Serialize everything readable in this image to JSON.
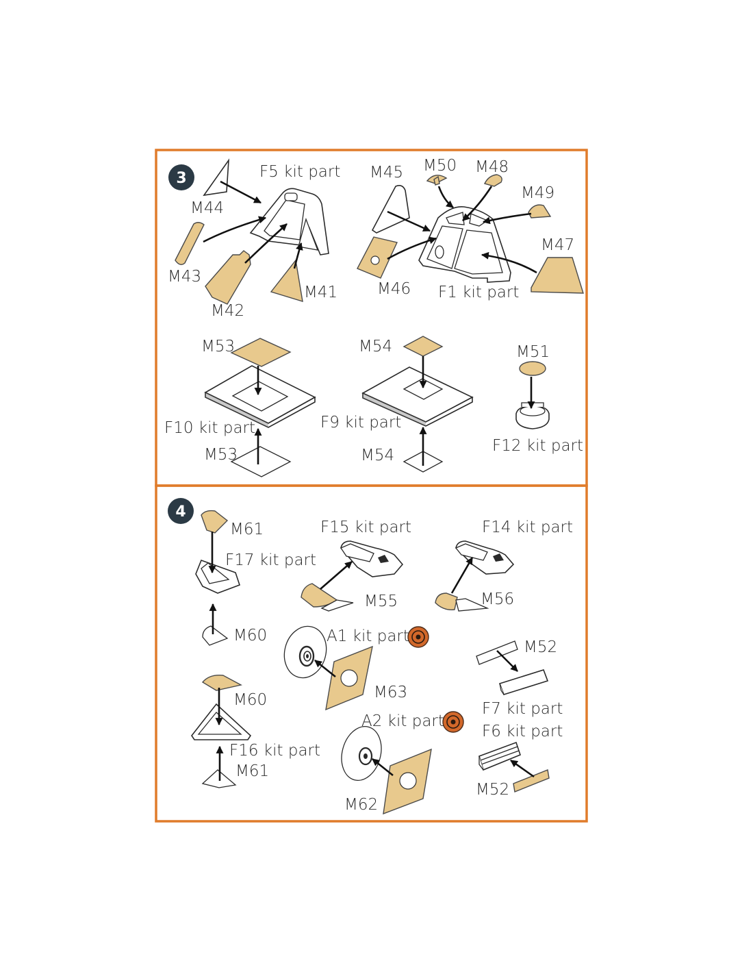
{
  "colors": {
    "frame": "#e07c2b",
    "photo_etch": "#e8c98d",
    "step_badge": "#2b3a45",
    "paint_icon": "#d2682a"
  },
  "steps": [
    {
      "number": "3",
      "labels": {
        "f5": "F5 kit part",
        "m44": "M44",
        "m43": "M43",
        "m42": "M42",
        "m41": "M41",
        "m45": "M45",
        "m50": "M50",
        "m48": "M48",
        "m49": "M49",
        "m47": "M47",
        "m46": "M46",
        "f1": "F1 kit part",
        "m53_top": "M53",
        "f10": "F10 kit part",
        "m53_bottom": "M53",
        "m54_top": "M54",
        "f9": "F9 kit part",
        "m54_bottom": "M54",
        "m51": "M51",
        "f12": "F12 kit part"
      }
    },
    {
      "number": "4",
      "labels": {
        "m61_top": "M61",
        "f17": "F17 kit part",
        "m60_top": "M60",
        "f15": "F15 kit part",
        "m55": "M55",
        "f14": "F14 kit part",
        "m56": "M56",
        "a1": "A1 kit part",
        "m63": "M63",
        "m52_top": "M52",
        "f7": "F7 kit part",
        "f6": "F6 kit part",
        "m52_bottom": "M52",
        "m60_bottom": "M60",
        "f16": "F16 kit part",
        "m61_bottom": "M61",
        "a2": "A2 kit part",
        "m62": "M62"
      }
    }
  ]
}
